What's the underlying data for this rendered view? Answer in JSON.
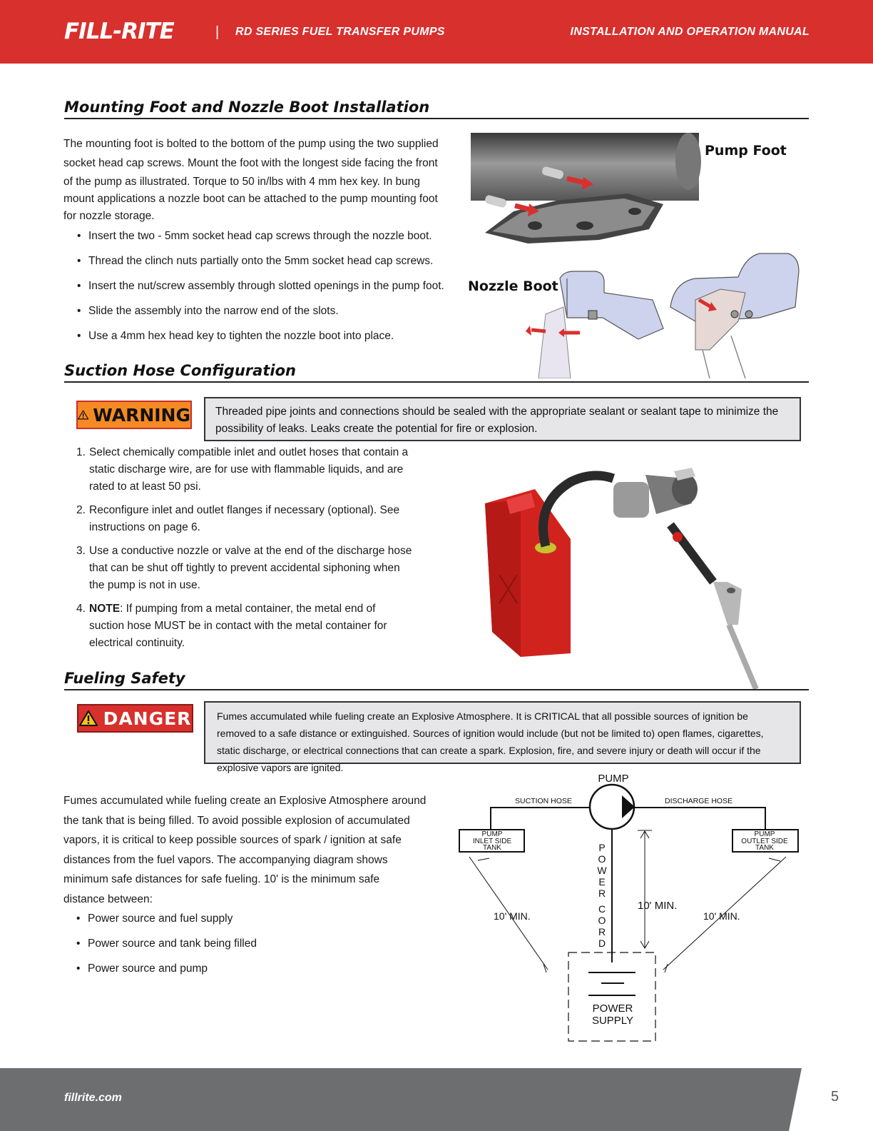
{
  "header": {
    "logo": "FILL-RITE",
    "separator": "|",
    "series": "RD SERIES FUEL TRANSFER PUMPS",
    "manual": "INSTALLATION AND OPERATION MANUAL"
  },
  "mounting": {
    "title": "Mounting Foot and Nozzle Boot Installation",
    "paragraph_lines": [
      "The mounting foot is bolted to the bottom of the pump using the two supplied",
      "socket head cap screws. Mount the foot with the longest side facing the front",
      "of the pump as illustrated. Torque to 50 in/lbs with 4 mm hex key. In bung",
      "mount applications a nozzle boot can be attached to the pump mounting foot",
      "for nozzle storage."
    ],
    "bullets": [
      "Insert the two - 5mm socket head cap screws through the nozzle boot.",
      "Thread the clinch nuts partially onto the 5mm socket head cap screws.",
      "Insert the nut/screw assembly through slotted openings in the pump foot.",
      "Slide the assembly into the narrow end of the slots.",
      "Use a 4mm hex head key to tighten the nozzle boot into place."
    ],
    "label_pump_foot": "Pump Foot",
    "label_nozzle_boot": "Nozzle Boot"
  },
  "suction": {
    "title": "Suction Hose Configuration",
    "warning_label": "WARNING",
    "warning_text": "Threaded pipe joints and connections should be sealed with the appropriate sealant or sealant tape to minimize the possibility of leaks.  Leaks create the potential for fire or explosion.",
    "steps": [
      {
        "n": "1.",
        "text": "Select chemically compatible inlet and outlet hoses that contain a static discharge wire, are for use with flammable liquids, and are rated to at least 50 psi."
      },
      {
        "n": "2.",
        "text": "Reconfigure inlet and outlet flanges if necessary (optional). See instructions on page 6."
      },
      {
        "n": "3.",
        "text": "Use a conductive nozzle or valve at the end of the discharge hose that can be shut off tightly to prevent accidental siphoning when the pump is not in use."
      },
      {
        "n": "4.",
        "bold": "NOTE",
        "text": ": If pumping from a metal container, the metal end of suction hose MUST be in contact with the metal container for electrical continuity."
      }
    ]
  },
  "fueling": {
    "title": "Fueling Safety",
    "danger_label": "DANGER",
    "danger_text": "Fumes accumulated while fueling create an Explosive Atmosphere. It is CRITICAL that all possible sources of ignition be removed to a safe distance or extinguished. Sources of ignition would include (but not be limited to) open flames, cigarettes, static discharge, or electrical connections that can create a spark. Explosion, fire, and severe injury or death will occur if the explosive vapors are ignited.",
    "paragraph_lines": [
      "Fumes accumulated while fueling create an Explosive Atmosphere around",
      "the tank that is being filled. To avoid possible explosion of accumulated",
      "vapors, it is critical to keep possible sources of spark / ignition at safe",
      "distances from the fuel vapors. The accompanying diagram shows",
      "minimum safe distances for safe fueling. 10' is the minimum safe",
      "distance between:"
    ],
    "bullets": [
      "Power source and fuel supply",
      "Power source and tank being filled",
      "Power source and pump"
    ],
    "diagram": {
      "pump": "PUMP",
      "suction_hose": "SUCTION HOSE",
      "discharge_hose": "DISCHARGE HOSE",
      "inlet_lines": [
        "PUMP",
        "INLET SIDE",
        "TANK"
      ],
      "outlet_lines": [
        "PUMP",
        "OUTLET SIDE",
        "TANK"
      ],
      "power_cord_letters": [
        "P",
        "O",
        "W",
        "E",
        "R",
        "C",
        "O",
        "R",
        "D"
      ],
      "min_left": "10' MIN.",
      "min_center": "10' MIN.",
      "min_right": "10' MIN.",
      "power_supply_lines": [
        "POWER",
        "SUPPLY"
      ]
    }
  },
  "footer": {
    "url": "fillrite.com",
    "page": "5"
  },
  "colors": {
    "brand_red": "#d8302d",
    "warning_orange": "#f58a24",
    "footer_gray": "#6d6e70"
  }
}
